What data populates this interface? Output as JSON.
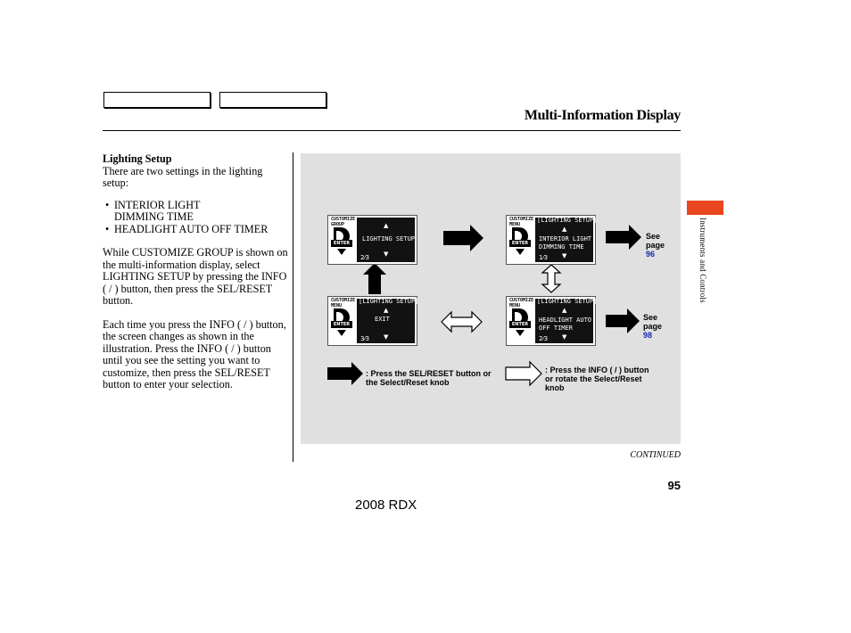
{
  "header": {
    "title": "Multi-Information Display"
  },
  "section": {
    "heading": "Lighting Setup",
    "intro": "There are two settings in the lighting setup:",
    "bullets": [
      "INTERIOR LIGHT DIMMING TIME",
      "HEADLIGHT AUTO OFF TIMER"
    ],
    "para1": "While CUSTOMIZE GROUP is shown on the multi-information display, select LIGHTING SETUP by pressing the INFO (   /   ) button, then press the SEL/RESET button.",
    "para2": "Each time you press the INFO (   /   ) button, the screen changes as shown in the illustration. Press the INFO (   /   ) button until you see the setting you want to customize, then press the SEL/RESET button to enter your selection."
  },
  "diagram": {
    "screens": [
      {
        "label": "CUSTOMIZE GROUP",
        "header": "",
        "lines": [
          "LIGHTING SETUP"
        ],
        "frac": "2⁄3"
      },
      {
        "label": "CUSTOMIZE MENU",
        "header": "[LIGHTING SETUP]",
        "lines": [
          "INTERIOR LIGHT",
          "DIMMING TIME"
        ],
        "frac": "1⁄3"
      },
      {
        "label": "CUSTOMIZE MENU",
        "header": "[LIGHTING SETUP]",
        "lines": [
          "EXIT"
        ],
        "frac": "3⁄3"
      },
      {
        "label": "CUSTOMIZE MENU",
        "header": "[LIGHTING SETUP]",
        "lines": [
          "HEADLIGHT AUTO",
          "OFF TIMER"
        ],
        "frac": "2⁄3"
      }
    ],
    "enter_label": "ENTER",
    "see_refs": [
      {
        "see": "See",
        "page_word": "page",
        "page": "96"
      },
      {
        "see": "See",
        "page_word": "page",
        "page": "98"
      }
    ],
    "legend": {
      "black_arrow": ": Press the SEL/RESET button or the Select/Reset knob",
      "white_arrow": ": Press the INFO (   /   ) button or rotate the Select/Reset knob"
    }
  },
  "footer": {
    "continued": "CONTINUED",
    "page_number": "95",
    "model": "2008  RDX"
  },
  "side_tab": {
    "label": "Instruments and Controls",
    "color": "#e8461e"
  }
}
